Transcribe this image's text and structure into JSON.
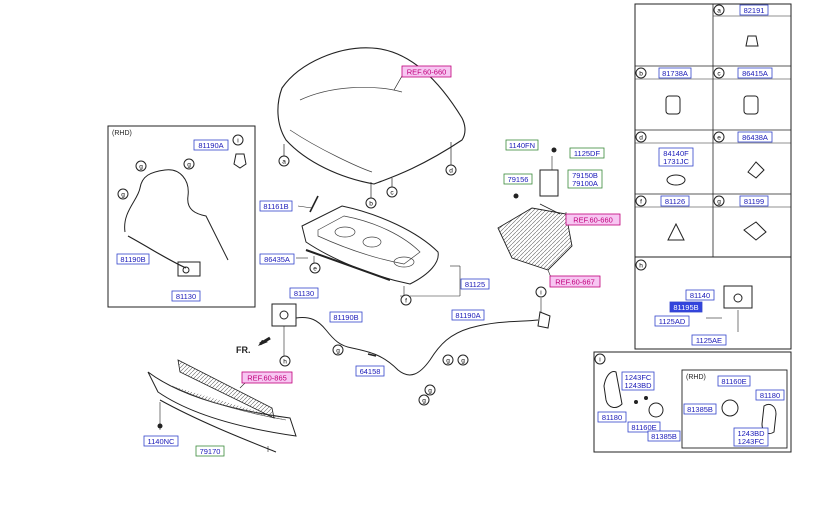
{
  "labels": {
    "ref_660_hood": "REF.60-660",
    "ref_660_latch": "REF.60-660",
    "ref_667": "REF.60-667",
    "ref_865": "REF.60-865",
    "p81161B": "81161B",
    "p86435A": "86435A",
    "p81125": "81125",
    "p1140FN": "1140FN",
    "p1125DF": "1125DF",
    "p79156": "79156",
    "p79150B": "79150B",
    "p79100A": "79100A",
    "p81130_main": "81130",
    "p81190B_main": "81190B",
    "p81190A_main": "81190A",
    "p64158": "64158",
    "p1140NC": "1140NC",
    "p79170": "79170",
    "fr": "FR."
  },
  "rhd_panel": {
    "title": "(RHD)",
    "p81190A": "81190A",
    "p81190B": "81190B",
    "p81130": "81130"
  },
  "callouts": {
    "a": "a",
    "b": "b",
    "c": "c",
    "d": "d",
    "e": "e",
    "f": "f",
    "g": "g",
    "h": "h",
    "i": "i"
  },
  "parts_grid": {
    "a": "82191",
    "b": "81738A",
    "c": "86415A",
    "d1": "84140F",
    "d2": "1731JC",
    "e": "86438A",
    "f": "81126",
    "g": "81199",
    "h_81140": "81140",
    "h_81195B": "81195B",
    "h_1125AD": "1125AD",
    "h_1125AE": "1125AE",
    "i_1243FC": "1243FC",
    "i_1243BD": "1243BD",
    "i_81180": "81180",
    "i_81160E": "81160E",
    "i_81385B": "81385B",
    "i_rhd": "(RHD)",
    "i_rhd_81160E": "81160E",
    "i_rhd_81180": "81180",
    "i_rhd_81385B": "81385B",
    "i_rhd_1243BD": "1243BD",
    "i_rhd_1243FC": "1243FC"
  },
  "colors": {
    "line": "#222222",
    "blue_label": "#1a1ab8",
    "blue_box": "#3344cc",
    "ref_fill": "#f7c6f2",
    "ref_text": "#c0007a",
    "highlight_fill": "#3344dd",
    "green_box": "#3a8a3a"
  }
}
